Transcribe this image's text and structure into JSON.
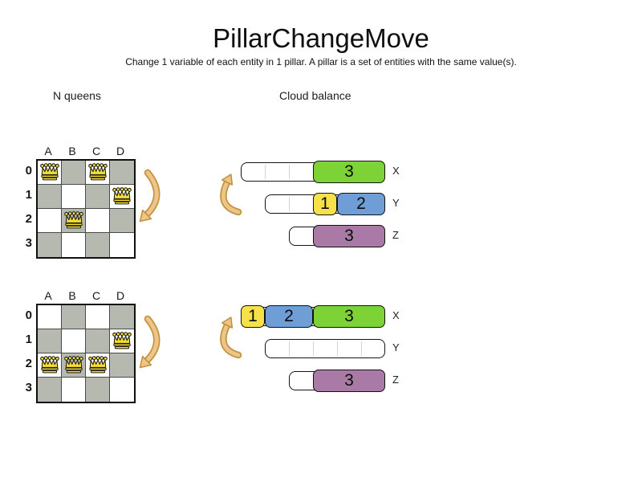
{
  "title": "PillarChangeMove",
  "subtitle": "Change 1 variable of each entity in 1 pillar. A pillar is a set of entities with the same value(s).",
  "sections": {
    "left_label": "N queens",
    "right_label": "Cloud balance"
  },
  "colors": {
    "board_dark_cell": "#b6b9af",
    "board_light_cell": "#ffffff",
    "block_green": "#7dd235",
    "block_yellow": "#f7e14a",
    "block_blue": "#6f9ed6",
    "block_purple": "#a97aa6",
    "arrow_fill": "#ecc589",
    "arrow_outline": "#c3913f",
    "queen_gold": "#f7de33"
  },
  "icons": {
    "queen": "queen-icon",
    "board_move": "curved-arrow-down-icon",
    "cloud_move": "curved-arrow-up-icon"
  },
  "boards": {
    "column_labels": [
      "A",
      "B",
      "C",
      "D"
    ],
    "row_labels": [
      "0",
      "1",
      "2",
      "3"
    ],
    "states": [
      {
        "name": "before",
        "queens": [
          {
            "col": "A",
            "row": "0"
          },
          {
            "col": "C",
            "row": "0"
          },
          {
            "col": "D",
            "row": "1"
          },
          {
            "col": "B",
            "row": "2"
          }
        ]
      },
      {
        "name": "after",
        "queens": [
          {
            "col": "D",
            "row": "1"
          },
          {
            "col": "A",
            "row": "2"
          },
          {
            "col": "B",
            "row": "2"
          },
          {
            "col": "C",
            "row": "2"
          }
        ]
      }
    ]
  },
  "cloud": {
    "states": [
      {
        "name": "before",
        "bars": [
          {
            "label": "X",
            "slots": 6,
            "blocks": [
              {
                "value": "3",
                "color": "block_green",
                "start": 3,
                "size": 3
              }
            ]
          },
          {
            "label": "Y",
            "slots": 5,
            "blocks": [
              {
                "value": "1",
                "color": "block_yellow",
                "start": 2,
                "size": 1
              },
              {
                "value": "2",
                "color": "block_blue",
                "start": 3,
                "size": 2
              }
            ]
          },
          {
            "label": "Z",
            "slots": 4,
            "blocks": [
              {
                "value": "3",
                "color": "block_purple",
                "start": 1,
                "size": 3
              }
            ]
          }
        ]
      },
      {
        "name": "after",
        "bars": [
          {
            "label": "X",
            "slots": 6,
            "blocks": [
              {
                "value": "1",
                "color": "block_yellow",
                "start": 0,
                "size": 1
              },
              {
                "value": "2",
                "color": "block_blue",
                "start": 1,
                "size": 2
              },
              {
                "value": "3",
                "color": "block_green",
                "start": 3,
                "size": 3
              }
            ]
          },
          {
            "label": "Y",
            "slots": 5,
            "blocks": []
          },
          {
            "label": "Z",
            "slots": 4,
            "blocks": [
              {
                "value": "3",
                "color": "block_purple",
                "start": 1,
                "size": 3
              }
            ]
          }
        ]
      }
    ]
  }
}
